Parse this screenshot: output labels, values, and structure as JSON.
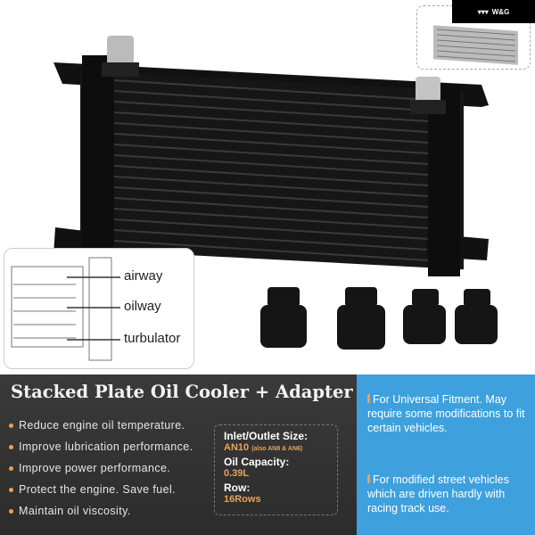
{
  "brand": {
    "logo_text": "W&G"
  },
  "diagram": {
    "labels": [
      "airway",
      "oilway",
      "turbulator"
    ]
  },
  "panel": {
    "title": "Stacked Plate Oil Cooler + Adapter",
    "features": [
      "Reduce engine oil temperature.",
      "Improve lubrication performance.",
      "Improve power performance.",
      "Protect the engine. Save fuel.",
      "Maintain oil viscosity."
    ],
    "specs": {
      "size_label": "Inlet/Outlet Size:",
      "size_value": "AN10",
      "size_note": "(also AN8 & AN6)",
      "capacity_label": "Oil Capacity:",
      "capacity_value": "0.39L",
      "row_label": "Row:",
      "row_value": "16Rows"
    }
  },
  "notes": [
    "For Universal Fitment. May require some modifications to fit certain vehicles.",
    "For modified street vehicles which are driven hardly with racing track use."
  ],
  "colors": {
    "accent": "#e8a25c",
    "blue": "#3ea0dc",
    "dark": "#333333"
  }
}
